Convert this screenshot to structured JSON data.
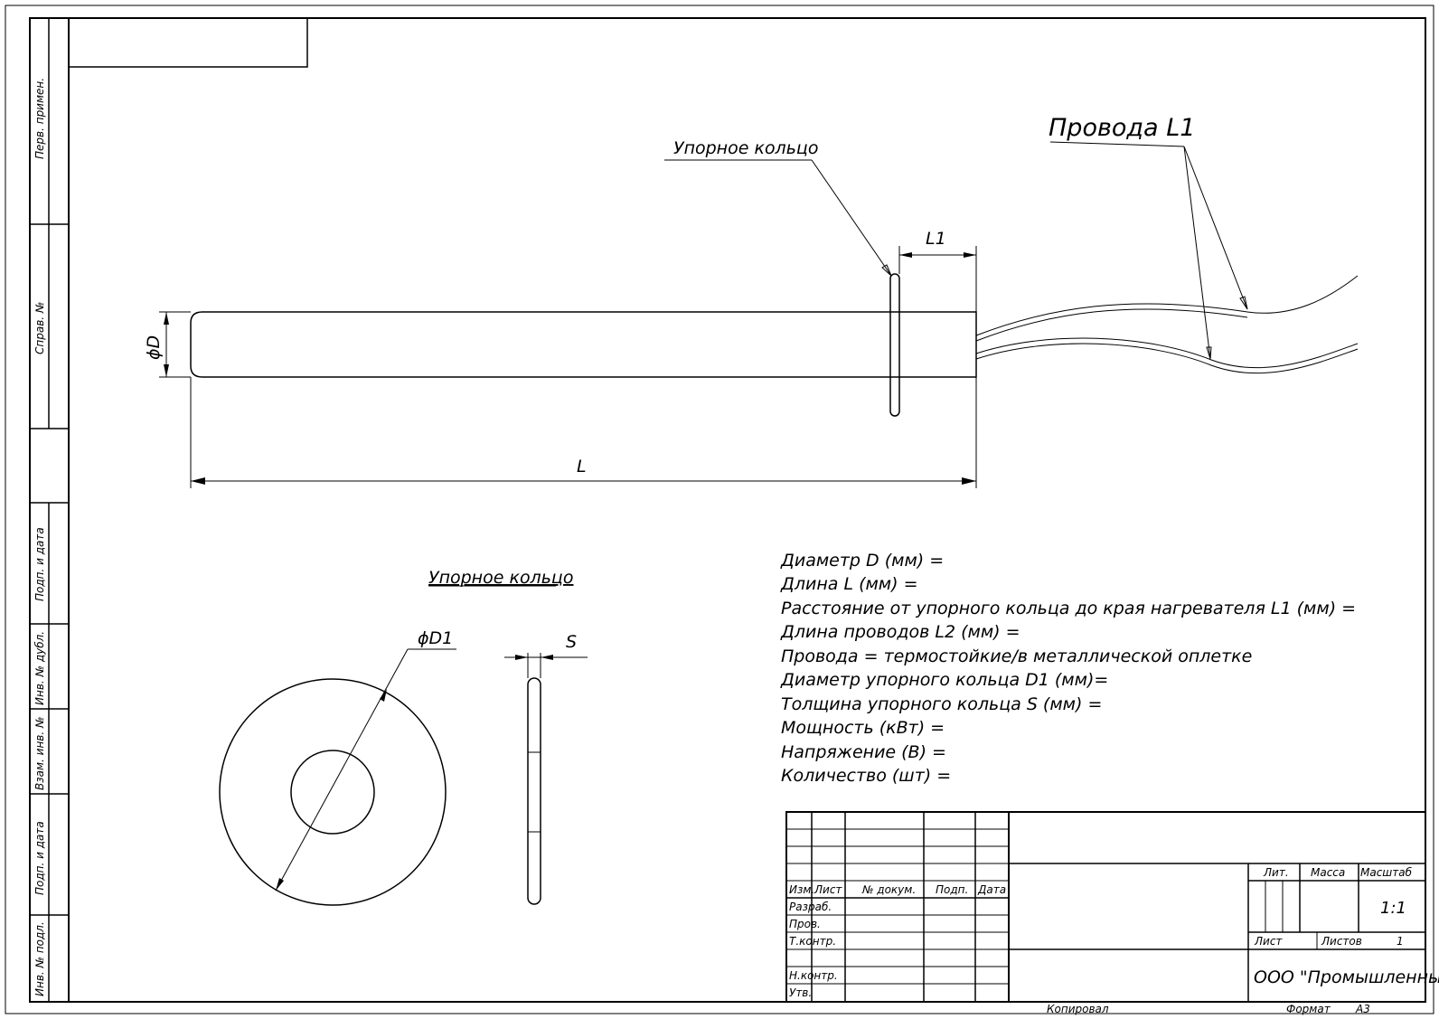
{
  "side_stamps": {
    "perv_primen": "Перв. примен.",
    "sprav_no": "Справ. №",
    "podp_data_1": "Подп. и дата",
    "inv_dubl": "Инв. № дубл.",
    "vzam_inv": "Взам. инв. №",
    "podp_data_2": "Подп. и дата",
    "inv_podl": "Инв. № подл."
  },
  "labels": {
    "ring_leader": "Упорное кольцо",
    "wires": "Провода L1",
    "dim_L1": "L1",
    "dim_D": "ϕD",
    "dim_L": "L",
    "ring_section_title": "Упорное кольцо",
    "dim_D1": "ϕD1",
    "dim_S": "S"
  },
  "specs": [
    "Диаметр D (мм) =",
    "Длина L (мм) =",
    "Расстояние от упорного кольца до края нагревателя L1 (мм) =",
    "Длина проводов L2 (мм) =",
    "Провода = термостойкие/в металлической оплетке",
    "Диаметр упорного кольца D1 (мм)=",
    "Толщина упорного кольца S (мм) =",
    "Мощность (кВт) =",
    "Напряжение (В) =",
    "Количество (шт) ="
  ],
  "title_block": {
    "header_izm": "Изм.",
    "header_list": "Лист",
    "header_doc": "№ докум.",
    "header_podp": "Подп.",
    "header_data": "Дата",
    "razrab": "Разраб.",
    "prov": "Пров.",
    "tkontr": "Т.контр.",
    "nkontr": "Н.контр.",
    "utv": "Утв.",
    "lit": "Лит.",
    "massa": "Масса",
    "masshtab": "Масштаб",
    "scale_value": "1:1",
    "list": "Лист",
    "listov": "Листов",
    "listov_value": "1",
    "company": "ООО \"Промышленный ТЭН\""
  },
  "footer": {
    "kopiroval": "Копировал",
    "format_label": "Формат",
    "format_value": "А3"
  }
}
